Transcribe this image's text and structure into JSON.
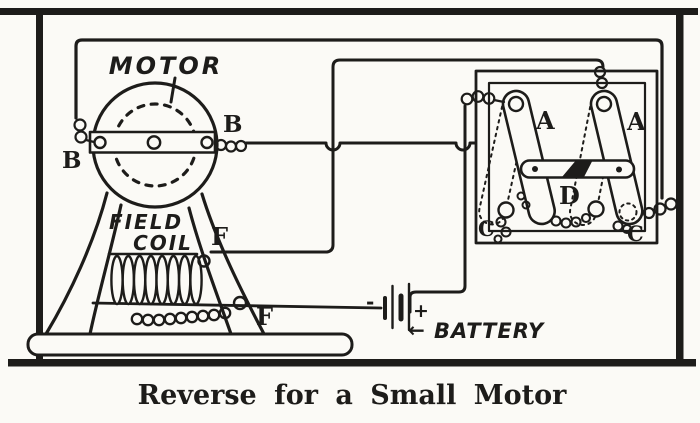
{
  "figure": {
    "caption": "Reverse for a Small Motor",
    "ink_color": "#1d1c1a",
    "paper_color": "#fbfaf6",
    "labels": {
      "motor": "MOTOR",
      "field": "FIELD",
      "coil": "COIL",
      "battery": "BATTERY",
      "brush_left": "B",
      "brush_right": "B",
      "field_terminal_top": "F",
      "field_terminal_bottom": "F",
      "switch_arm_left": "A",
      "switch_arm_right": "A",
      "link_bar": "D",
      "contact_left": "C",
      "contact_right": "C",
      "battery_negative": "-",
      "battery_positive": "+",
      "battery_pointer": "←"
    }
  }
}
